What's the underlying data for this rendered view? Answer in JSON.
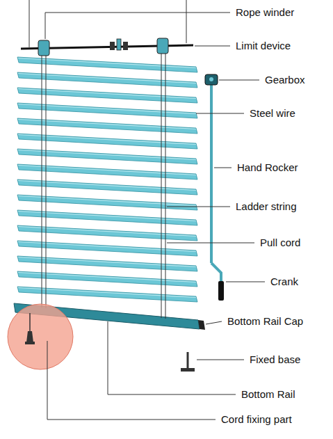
{
  "diagram": {
    "labels": [
      "Rope winder",
      "Limit device",
      "Gearbox",
      "Steel wire",
      "Hand Rocker",
      "Ladder string",
      "Pull cord",
      "Crank",
      "Bottom Rail Cap",
      "Fixed base",
      "Bottom Rail",
      "Cord fixing part"
    ]
  }
}
